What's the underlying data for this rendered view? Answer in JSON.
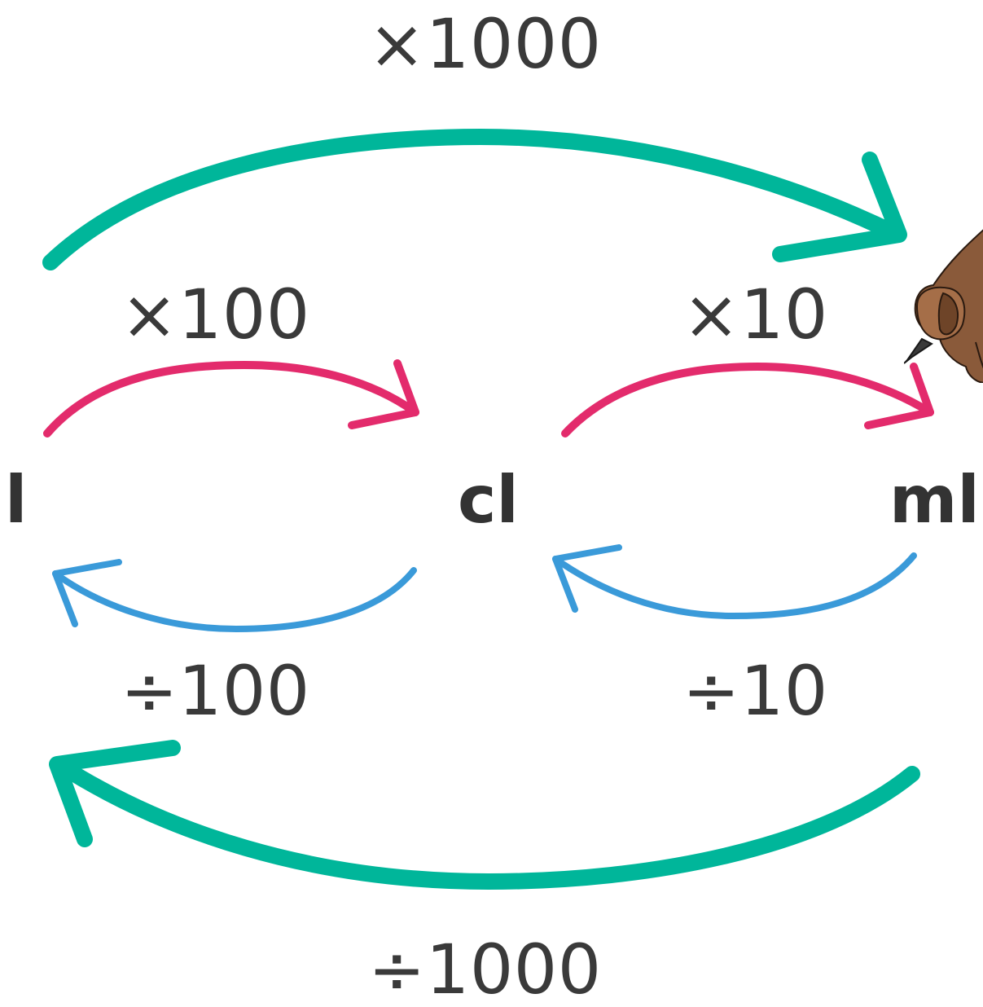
{
  "colors": {
    "outer_arrow": "#00b69a",
    "multiply_arrow": "#e32b6c",
    "divide_arrow": "#3a9ad9",
    "text": "#3a3a3a",
    "skin": "#8a5a3a"
  },
  "units": {
    "litre": "l",
    "centilitre": "cl",
    "millilitre": "ml"
  },
  "conversions": {
    "l_to_ml": "×1000",
    "l_to_cl": "×100",
    "cl_to_ml": "×10",
    "cl_to_l": "÷100",
    "ml_to_cl": "÷10",
    "ml_to_l": "÷1000"
  },
  "icons": {
    "hand": "hand-holding-pen-icon"
  }
}
